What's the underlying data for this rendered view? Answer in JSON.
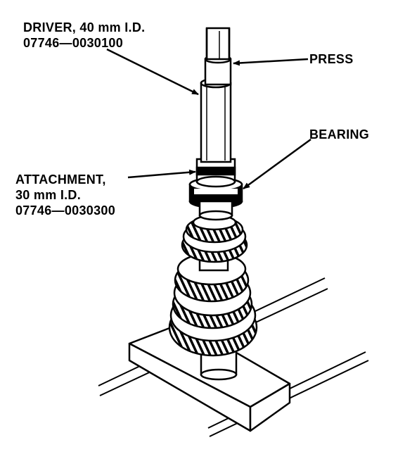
{
  "labels": {
    "driver": {
      "line1": "DRIVER, 40 mm I.D.",
      "line2": "07746—0030100"
    },
    "press": "PRESS",
    "bearing": "BEARING",
    "attachment": {
      "line1": "ATTACHMENT,",
      "line2": "30 mm I.D.",
      "line3": "07746—0030300"
    }
  },
  "colors": {
    "ink": "#000000",
    "paper": "#ffffff"
  }
}
